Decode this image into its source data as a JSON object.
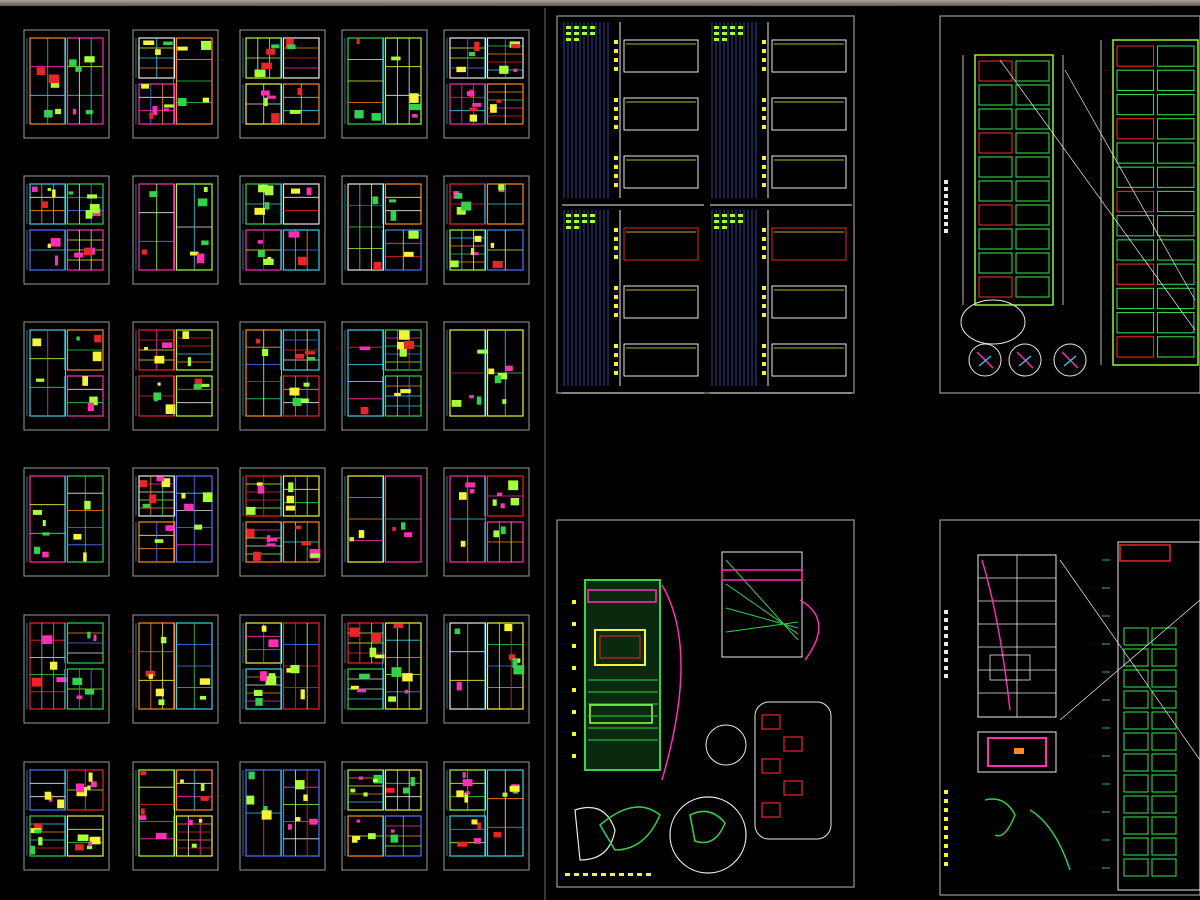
{
  "sheet": {
    "background": "#000000",
    "frame_color": "#9a9a9a",
    "palette": {
      "red": "#e8262a",
      "magenta": "#ff2fb4",
      "green": "#34d24a",
      "lime": "#a6ff3a",
      "yellow": "#f6f23a",
      "white": "#e8e8e8",
      "cyan": "#3ad2e8",
      "blue": "#4d78ff",
      "orange": "#ff8a22",
      "gray": "#8a8a8a"
    }
  },
  "thumbnail_grid": {
    "columns": 5,
    "rows": 6
  },
  "large_sheets": [
    {
      "id": "door-elevation-sheet"
    },
    {
      "id": "cabinet-elevation-sheet"
    },
    {
      "id": "reception-detail-sheet"
    },
    {
      "id": "wall-panel-sheet"
    }
  ]
}
